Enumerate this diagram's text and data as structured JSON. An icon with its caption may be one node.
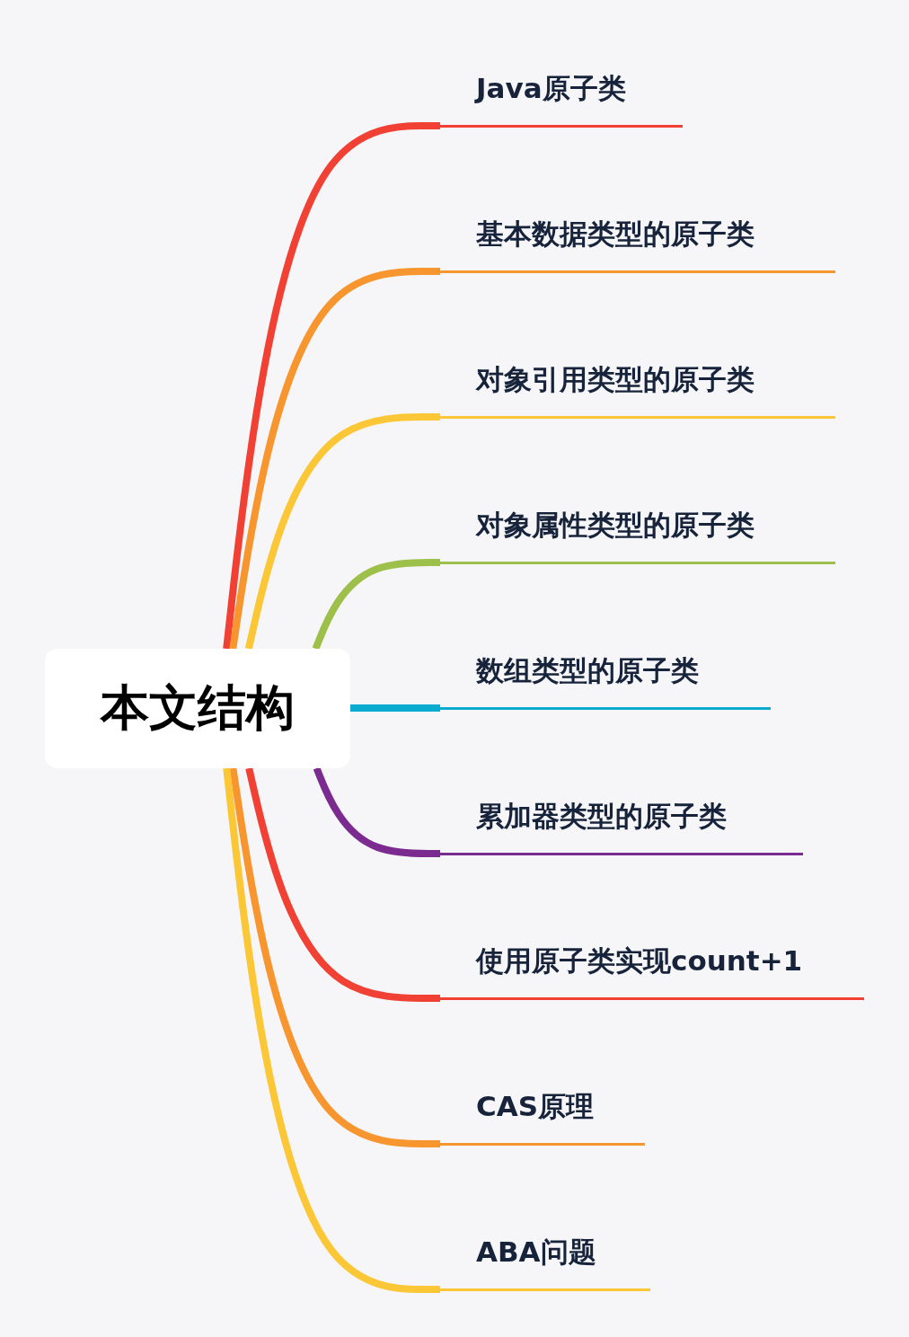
{
  "diagram": {
    "nodes": [
      {
        "text": [
          "本文结构"
        ]
      },
      {
        "text": [
          "Java原子类"
        ]
      },
      {
        "text": [
          "基本数据类型的原子类"
        ]
      },
      {
        "text": [
          "对象引用类型的原子类"
        ]
      },
      {
        "text": [
          "对象属性类型的原子类"
        ]
      },
      {
        "text": [
          "数组类型的原子类"
        ]
      },
      {
        "text": [
          "累加器类型的原子类"
        ]
      },
      {
        "text": [
          "使用原子类实现count+1"
        ]
      },
      {
        "text": [
          "CAS原理"
        ]
      },
      {
        "text": [
          "ABA问题"
        ]
      }
    ],
    "edges": [
      {
        "from": 0,
        "to": 1,
        "arrow": "none",
        "color": "#f04134"
      },
      {
        "from": 0,
        "to": 2,
        "arrow": "none",
        "color": "#f7962f"
      },
      {
        "from": 0,
        "to": 3,
        "arrow": "none",
        "color": "#fcc736"
      },
      {
        "from": 0,
        "to": 4,
        "arrow": "none",
        "color": "#9dc04a"
      },
      {
        "from": 0,
        "to": 5,
        "arrow": "none",
        "color": "#0aabd0"
      },
      {
        "from": 0,
        "to": 6,
        "arrow": "none",
        "color": "#7b2a8f"
      },
      {
        "from": 0,
        "to": 7,
        "arrow": "none",
        "color": "#f04134"
      },
      {
        "from": 0,
        "to": 8,
        "arrow": "none",
        "color": "#f7962f"
      },
      {
        "from": 0,
        "to": 9,
        "arrow": "none",
        "color": "#fcc736"
      }
    ]
  }
}
